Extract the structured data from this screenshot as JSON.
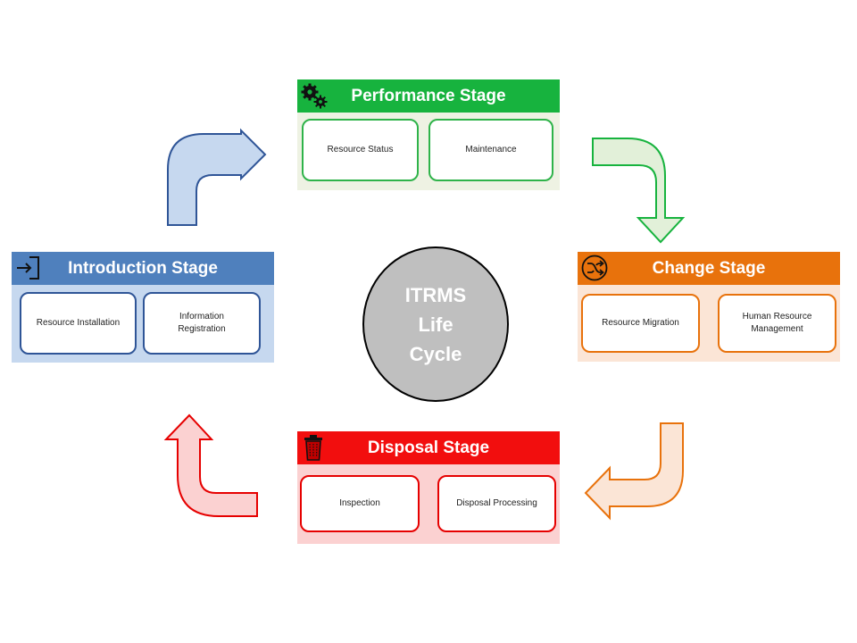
{
  "diagram": {
    "center": {
      "lines": [
        "ITRMS",
        "Life",
        "Cycle"
      ],
      "fill": "#bfbfbf"
    },
    "stages": {
      "performance": {
        "title": "Performance Stage",
        "icon": "gears-icon",
        "color": "#17b33e",
        "items": [
          "Resource Status",
          "Maintenance"
        ]
      },
      "change": {
        "title": "Change Stage",
        "icon": "shuffle-icon",
        "color": "#e8720c",
        "items": [
          "Resource Migration",
          [
            "Human Resource",
            "Management"
          ]
        ]
      },
      "disposal": {
        "title": "Disposal Stage",
        "icon": "trash-icon",
        "color": "#f20e0e",
        "items": [
          "Inspection",
          "Disposal Processing"
        ]
      },
      "introduction": {
        "title": "Introduction Stage",
        "icon": "sign-in-icon",
        "color": "#4f80bd",
        "items": [
          "Resource Installation",
          [
            "Information",
            "Registration"
          ]
        ]
      }
    },
    "arrows": [
      {
        "name": "introduction-to-performance",
        "fill": "#c6d8ef",
        "stroke": "#2f5597"
      },
      {
        "name": "performance-to-change",
        "fill": "#e2f0d9",
        "stroke": "#17b33e"
      },
      {
        "name": "change-to-disposal",
        "fill": "#fbe5d6",
        "stroke": "#e8720c"
      },
      {
        "name": "disposal-to-introduction",
        "fill": "#fbd1d1",
        "stroke": "#e60000"
      }
    ]
  }
}
